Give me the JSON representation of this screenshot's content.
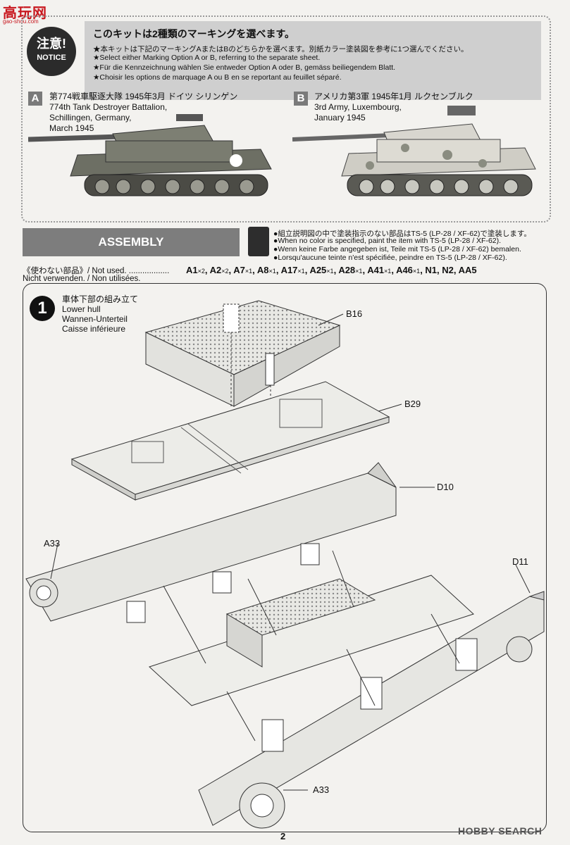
{
  "watermark": {
    "logo_cn": "高玩网",
    "url": "gao-shou.com",
    "bottom": "HOBBY SEARCH"
  },
  "notice": {
    "badge_jp": "注意!",
    "badge_en": "NOTICE",
    "title": "このキットは2種類のマーキングを選べます。",
    "lines": [
      "★本キットは下記のマーキングAまたはBのどちらかを選べます。別紙カラー塗装図を参考に1つ選んでください。",
      "★Select either Marking Option A or B, referring to the separate sheet.",
      "★Für die Kennzeichnung wählen Sie entweder Option A oder B, gemäss beiliegendem Blatt.",
      "★Choisir les options de marquage A ou B en se reportant au feuillet séparé."
    ]
  },
  "markings": [
    {
      "letter": "A",
      "jp": "第774戦車駆逐大隊 1945年3月 ドイツ シリンゲン",
      "lines": [
        "774th Tank Destroyer Battalion,",
        "Schillingen, Germany,",
        "March 1945"
      ]
    },
    {
      "letter": "B",
      "jp": "アメリカ第3軍 1945年1月 ルクセンブルク",
      "lines": [
        "3rd Army, Luxembourg,",
        "January 1945"
      ]
    }
  ],
  "assembly": {
    "title": "ASSEMBLY",
    "paint_lines": [
      "●組立説明図の中で塗装指示のない部品はTS-5 (LP-28 / XF-62)で塗装します。",
      "●When no color is specified, paint the item with TS-5 (LP-28 / XF-62).",
      "●Wenn keine Farbe angegeben ist, Teile mit TS-5 (LP-28 / XF-62) bemalen.",
      "●Lorsqu'aucune teinte n'est spécifiée, peindre en TS-5 (LP-28 / XF-62)."
    ],
    "not_used_line1": "《使わない部品》/ Not used. ..................",
    "not_used_line2": "Nicht verwenden. / Non utilisées.",
    "not_used_parts": [
      {
        "p": "A1",
        "q": "×2"
      },
      {
        "p": "A2",
        "q": "×2"
      },
      {
        "p": "A7",
        "q": "×1"
      },
      {
        "p": "A8",
        "q": "×1"
      },
      {
        "p": "A17",
        "q": "×1"
      },
      {
        "p": "A25",
        "q": "×1"
      },
      {
        "p": "A28",
        "q": "×1"
      },
      {
        "p": "A41",
        "q": "×1"
      },
      {
        "p": "A46",
        "q": "×1"
      },
      {
        "p": "N1",
        "q": ""
      },
      {
        "p": "N2",
        "q": ""
      },
      {
        "p": "AA5",
        "q": ""
      }
    ]
  },
  "step": {
    "number": "1",
    "jp": "車体下部の組み立て",
    "en": "Lower hull",
    "de": "Wannen-Unterteil",
    "fr": "Caisse inférieure",
    "parts": [
      "B16",
      "B29",
      "D10",
      "A33",
      "D11",
      "A33"
    ]
  },
  "page_number": "2"
}
